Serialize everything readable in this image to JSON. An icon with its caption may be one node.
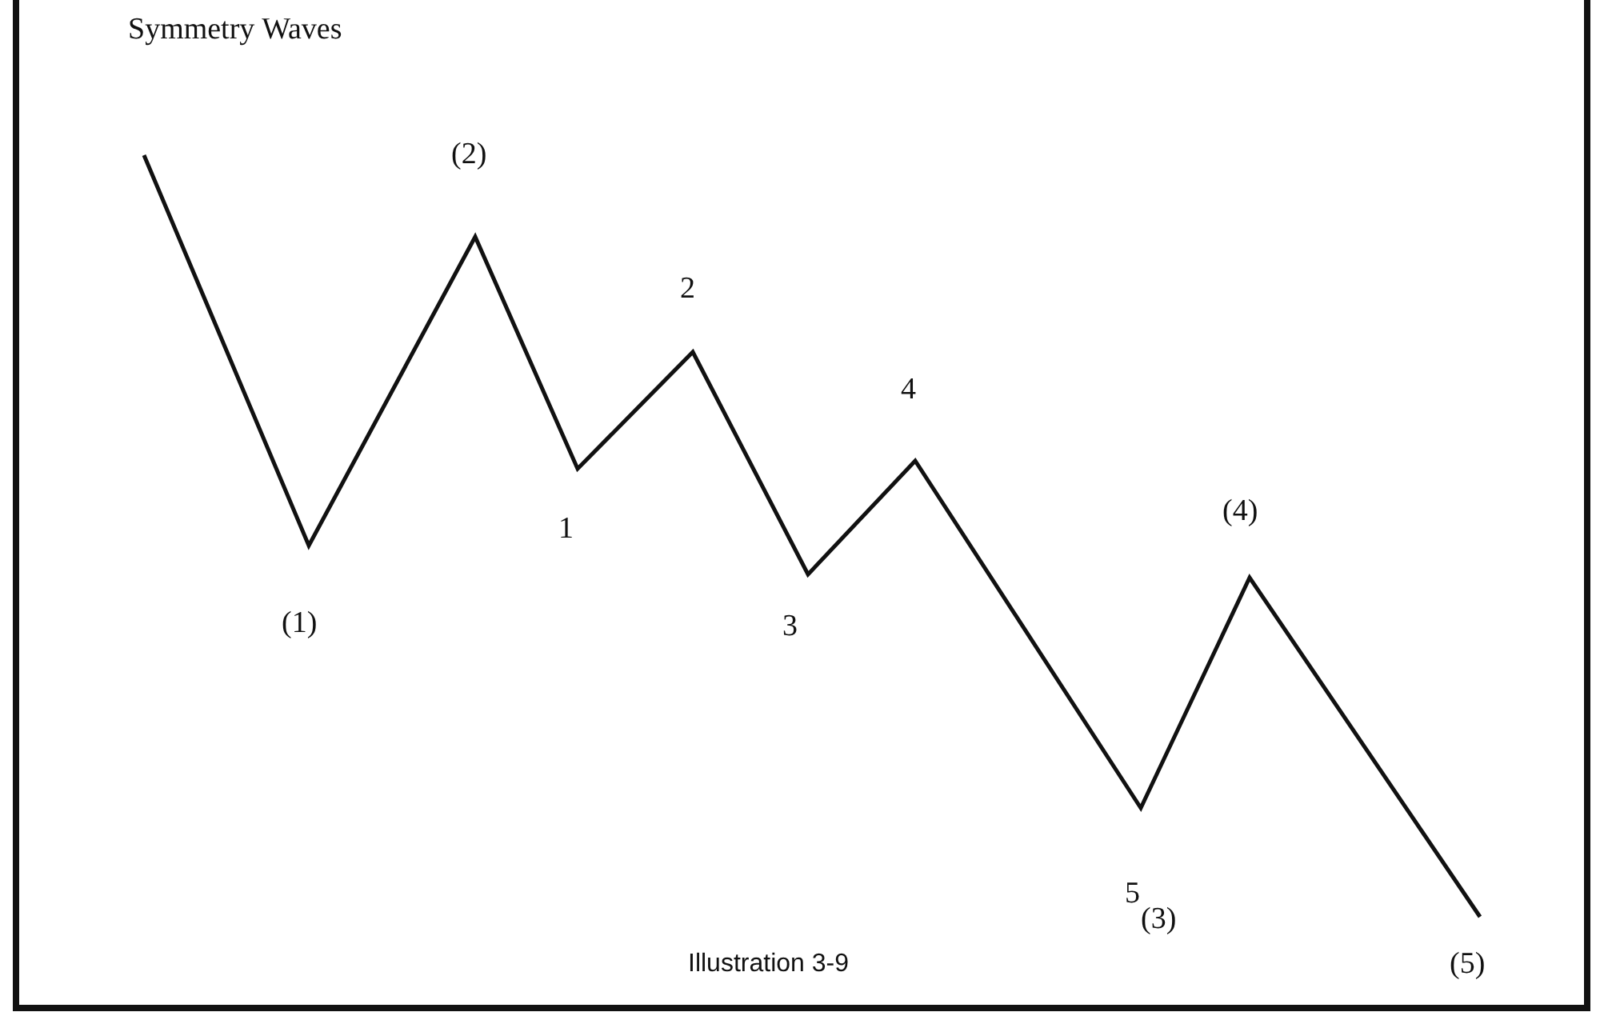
{
  "diagram": {
    "title": "Symmetry Waves",
    "caption": "Illustration 3-9",
    "labels": [
      "(2)",
      "2",
      "4",
      "(4)",
      "1",
      "(1)",
      "3",
      "5",
      "(3)",
      "(5)"
    ]
  }
}
